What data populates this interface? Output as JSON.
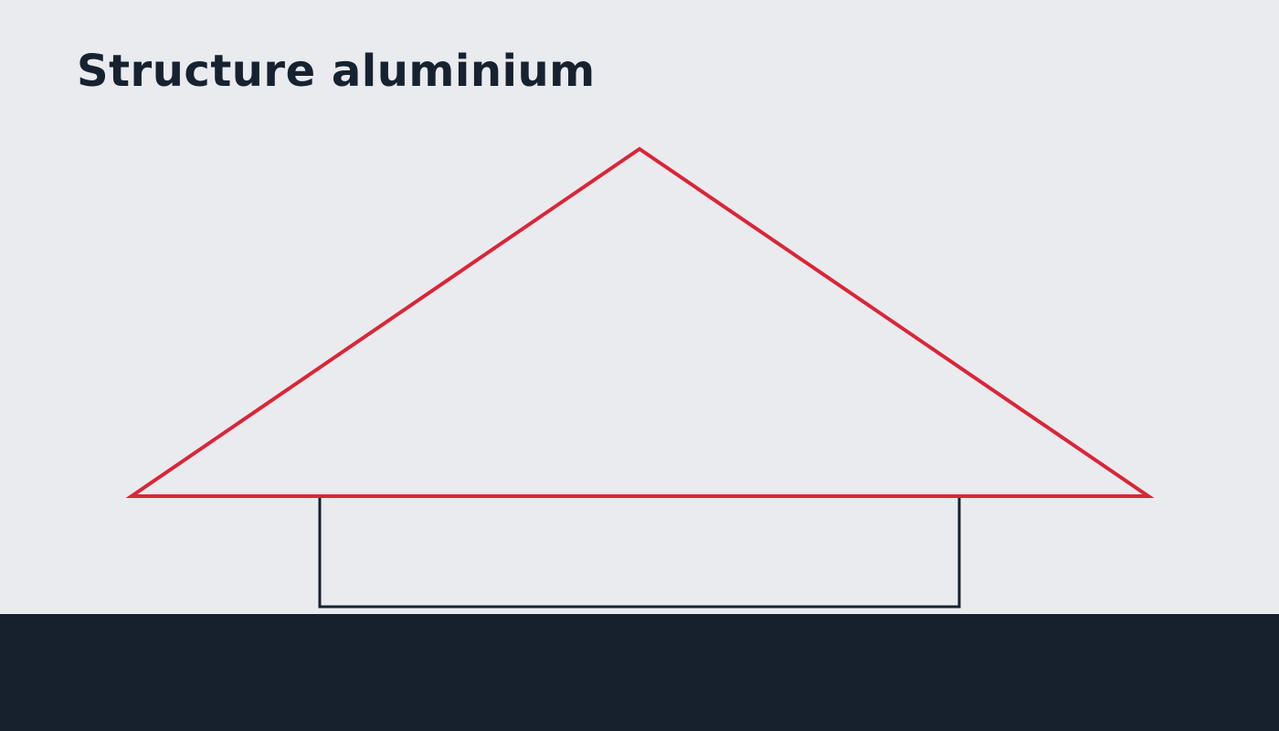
{
  "title": "Structure aluminium",
  "colors": {
    "background": "#eaebef",
    "title_text": "#172230",
    "roof_stroke": "#d92638",
    "frame_stroke": "#172230",
    "footer_band": "#17212d"
  },
  "shapes": {
    "roof": "triangle",
    "frame": "open-top-rectangle"
  }
}
